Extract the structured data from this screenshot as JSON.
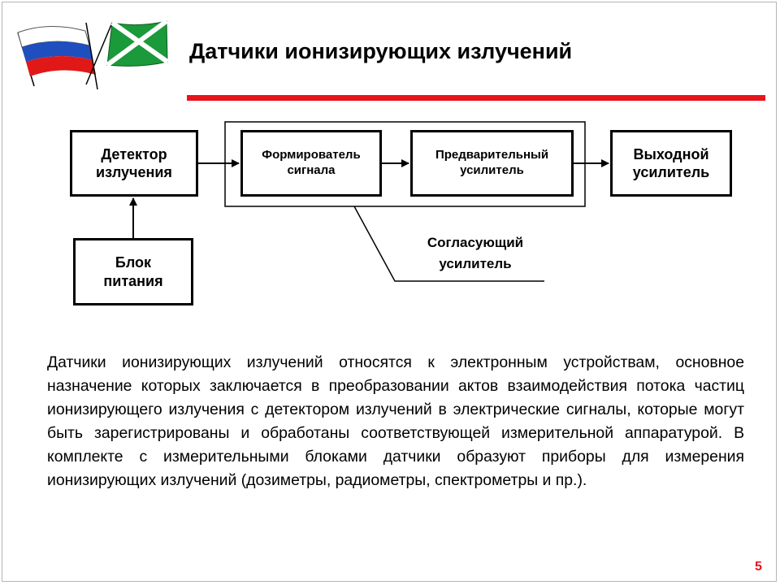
{
  "slide": {
    "title": "Датчики ионизирующих излучений",
    "page_number": "5",
    "accent_color": "#e8141b",
    "flags": [
      "russian-flag-icon",
      "green-saltire-flag-icon"
    ]
  },
  "diagram": {
    "blocks": {
      "detector": [
        "Детектор",
        "излучения"
      ],
      "shaper": [
        "Формирователь",
        "сигнала"
      ],
      "preamp": [
        "Предварительный",
        "усилитель"
      ],
      "output_amp": [
        "Выходной",
        "усилитель"
      ],
      "power_unit": [
        "Блок",
        "питания"
      ]
    },
    "group_label": [
      "Согласующий",
      "усилитель"
    ]
  },
  "body_text": "Датчики ионизирующих излучений относятся к электронным устройствам, основное назначение которых заключается в преобразовании актов взаимодействия потока частиц ионизирующего излучения с детектором излучений в электрические сигналы, которые могут быть зарегистрированы и обработаны соответствующей измерительной аппаратурой. В комплекте с измерительными блоками датчики образуют приборы для измерения ионизирующих излучений (дозиметры, радиометры, спектрометры и пр.)."
}
